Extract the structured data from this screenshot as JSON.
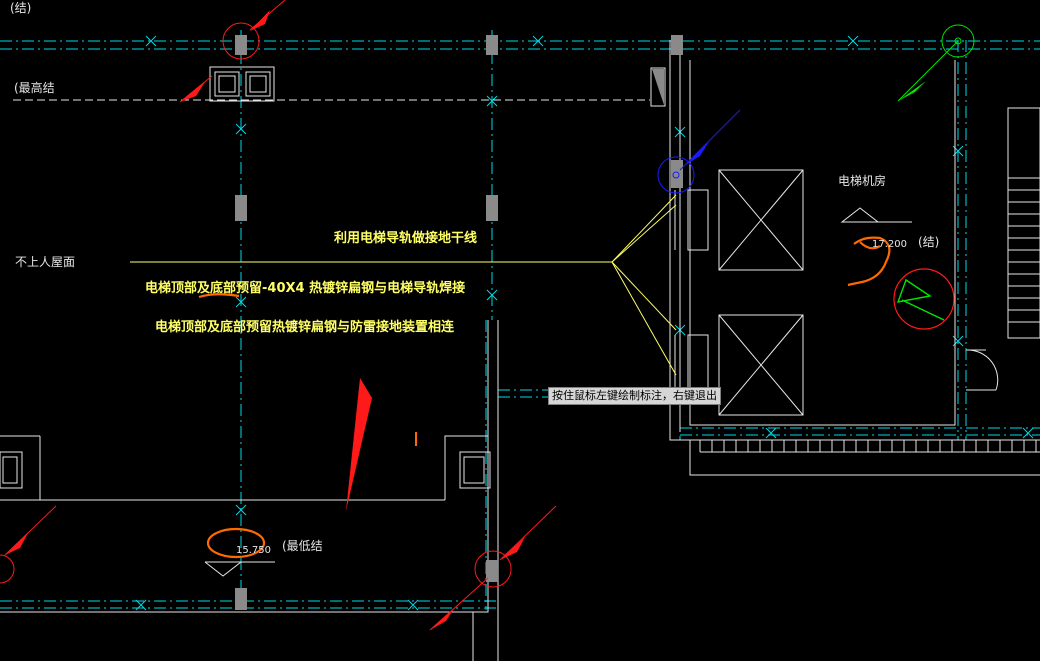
{
  "annotations": {
    "top_left_partial": "(结)",
    "roof_highest_left": "(最高结",
    "roof_no_access": "不上人屋面",
    "machine_room": "电梯机房",
    "elev_right_value": "17.200",
    "elev_right_suffix": "(结)",
    "elev_bottom_value": "15.750",
    "roof_lowest": "(最低结",
    "orange_i_mark": "I"
  },
  "notes": {
    "line1": "利用电梯导轨做接地干线",
    "line2_a": "电梯顶部及底部",
    "line2_b": "预留",
    "line2_c": "-40X4 热镀锌扁钢与电梯导轨焊接",
    "line3": "电梯顶部及底部预留热镀锌扁钢与防雷接地装置相连"
  },
  "tooltip": {
    "text": "按住鼠标左键绘制标注，右键退出"
  },
  "colors": {
    "background": "#000000",
    "axis": "#00d7e6",
    "wall": "#e6e6e6",
    "note_text": "#ffff66",
    "marker_red": "#ff1a1a",
    "marker_green": "#00e600",
    "marker_blue": "#1a1aff",
    "markup_orange": "#ff6a00",
    "grey_column": "#8a8a8a"
  }
}
